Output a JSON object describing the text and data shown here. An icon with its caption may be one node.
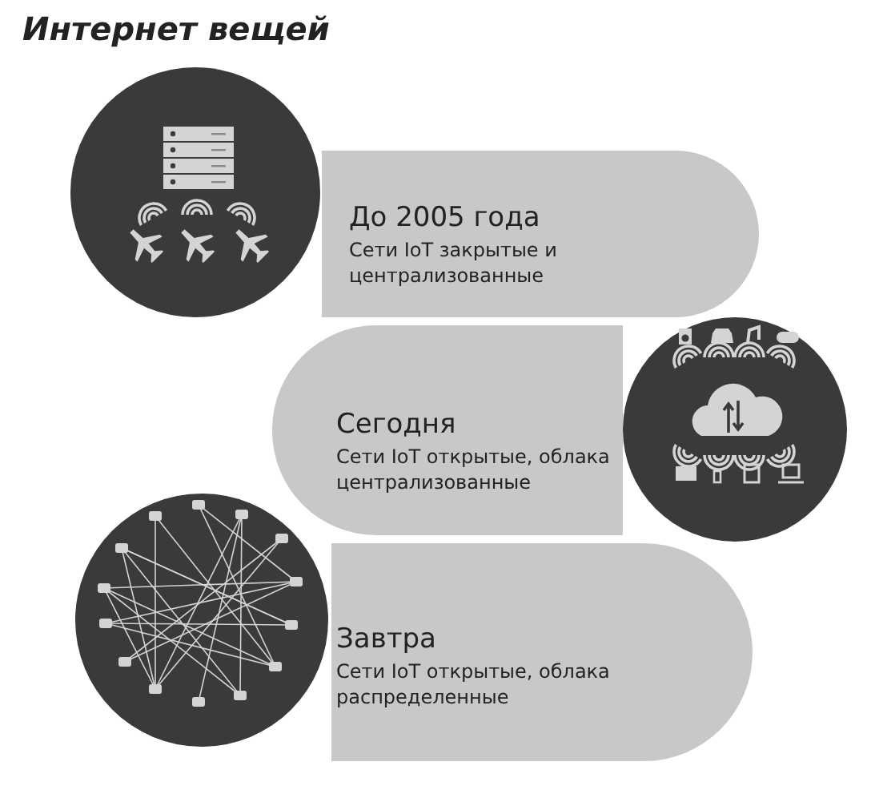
{
  "diagram": {
    "title": "Интернет вещей",
    "nodes": [
      {
        "text": [
          "До 2005 года",
          "Сети IoT закрытые и централизованные"
        ]
      },
      {
        "text": [
          "Сегодня",
          "Сети IoT открытые, облака централизованные"
        ]
      },
      {
        "text": [
          "Завтра",
          "Сети IoT открытые, облака распределенные"
        ]
      }
    ]
  }
}
